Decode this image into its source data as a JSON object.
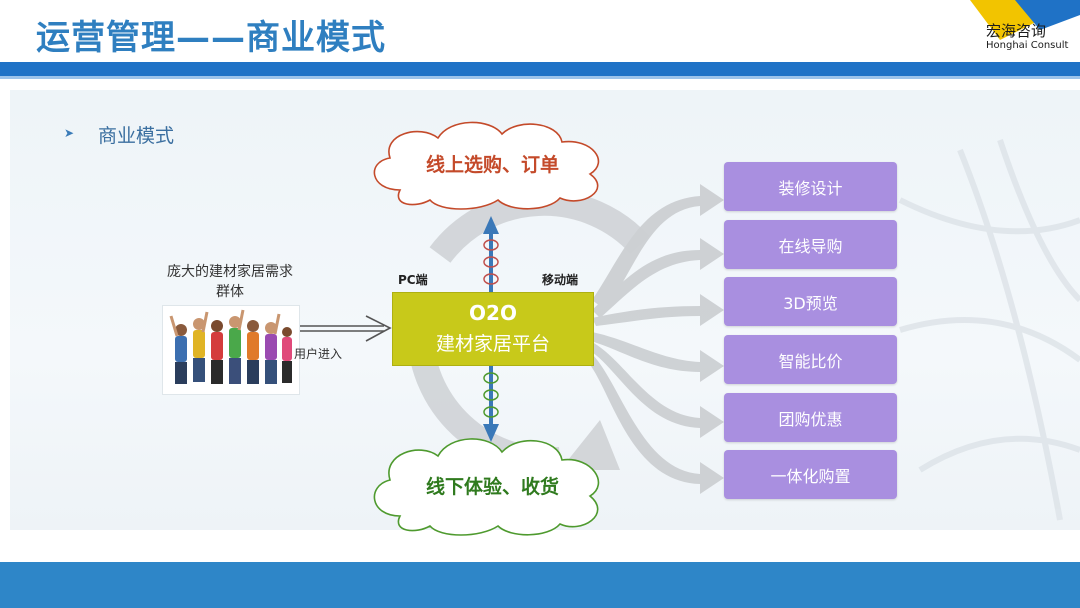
{
  "header": {
    "title": "运营管理——商业模式",
    "logo_cn": "宏海咨询",
    "logo_en": "Honghai Consult"
  },
  "colors": {
    "title": "#2f7fc0",
    "band": "#1f72c6",
    "footer": "#2e86c8",
    "platform": "#c8c91a",
    "feature": "#a98fe0",
    "online_cloud": "#c44a2a",
    "offline_cloud": "#4e9a2e"
  },
  "bullet": {
    "icon": "triangle-bullet-icon",
    "text": "商业模式"
  },
  "demand": {
    "line1": "庞大的建材家居需求",
    "line2": "群体",
    "image": "crowd-photo"
  },
  "user_entry": "用户进入",
  "online": "线上选购、订单",
  "offline": "线下体验、收货",
  "pc_label": "PC端",
  "mobile_label": "移动端",
  "platform": {
    "line1": "O2O",
    "line2": "建材家居平台"
  },
  "features": [
    "装修设计",
    "在线导购",
    "3D预览",
    "智能比价",
    "团购优惠",
    "一体化购置"
  ]
}
